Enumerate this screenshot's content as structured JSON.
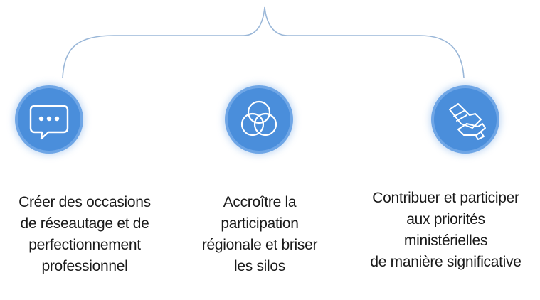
{
  "colors": {
    "accent": "#4a8edb",
    "connector": "#9ab7d8",
    "text": "#1a1a1a"
  },
  "items": [
    {
      "icon": "speech-bubble-icon",
      "lines": [
        "Créer des occasions",
        "de réseautage et de",
        "perfectionnement",
        "professionnel"
      ]
    },
    {
      "icon": "overlapping-circles-icon",
      "lines": [
        "Accroître la",
        "participation",
        "régionale et briser",
        "les silos"
      ]
    },
    {
      "icon": "clapping-hands-icon",
      "lines": [
        "Contribuer et participer",
        "aux priorités",
        "ministérielles",
        "de manière significative"
      ]
    }
  ]
}
